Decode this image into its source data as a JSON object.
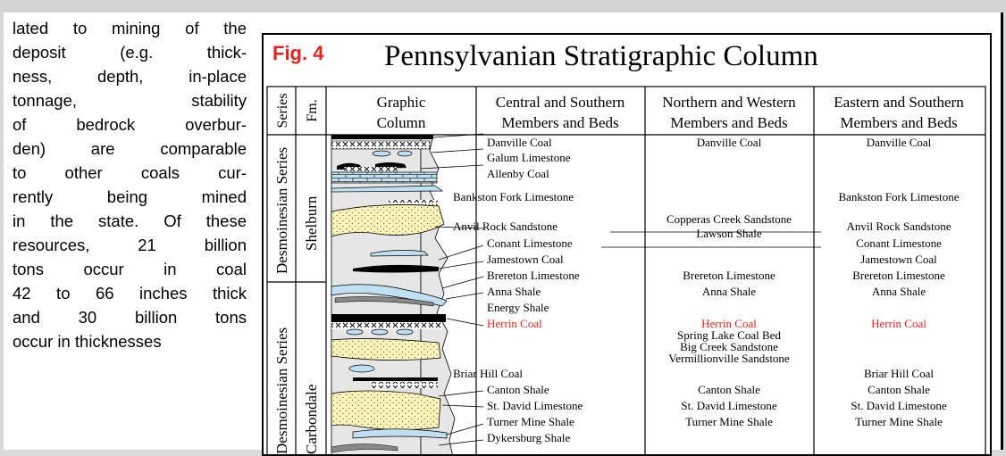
{
  "prose_lines": [
    "lated to mining of the",
    "deposit (e.g. thick-",
    "ness, depth, in-place",
    "tonnage, stability",
    "of bedrock overbur-",
    "den) are comparable",
    "to other coals cur-",
    "rently being mined",
    "in the state. Of these",
    "resources, 21 billion",
    "tons occur in coal",
    "42 to 66 inches thick",
    "and 30 billion tons",
    "occur in thicknesses"
  ],
  "figure": {
    "label": "Fig. 4",
    "title": "Pennsylvanian Stratigraphic Column",
    "headers": {
      "series": "Series",
      "fm": "Fm.",
      "graphic_1": "Graphic",
      "graphic_2": "Column",
      "central_1": "Central and Southern",
      "central_2": "Members and Beds",
      "northern_1": "Northern and Western",
      "northern_2": "Members and Beds",
      "eastern_1": "Eastern and Southern",
      "eastern_2": "Members and Beds"
    },
    "series_labels": [
      "Desmoinesian Series",
      "Desmoinesian Series"
    ],
    "formations": [
      "Shelburn",
      "Carbondale"
    ],
    "central": [
      "Danville Coal",
      "Galum Limestone",
      "Allenby Coal",
      "Bankston Fork Limestone",
      "Anvil Rock Sandstone",
      "Conant Limestone",
      "Jamestown Coal",
      "Brereton Limestone",
      "Anna Shale",
      "Energy Shale",
      "Herrin Coal",
      "Briar Hill Coal",
      "Canton Shale",
      "St. David Limestone",
      "Turner Mine Shale",
      "Dykersburg Shale"
    ],
    "northern": [
      "Danville Coal",
      "Copperas Creek Sandstone",
      "Lawson Shale",
      "Brereton Limestone",
      "Anna Shale",
      "Herrin Coal",
      "Spring Lake Coal Bed",
      "Big Creek Sandstone",
      "Vermillionville Sandstone",
      "Canton Shale",
      "St. David Limestone",
      "Turner Mine Shale"
    ],
    "eastern": [
      "Danville Coal",
      "Bankston Fork Limestone",
      "Anvil Rock Sandstone",
      "Conant Limestone",
      "Jamestown Coal",
      "Brereton Limestone",
      "Anna Shale",
      "Herrin Coal",
      "Briar Hill Coal",
      "Canton Shale",
      "St. David Limestone",
      "Turner Mine Shale"
    ],
    "colors": {
      "highlight": "#e8231b",
      "sandstone": "#fdf5b8",
      "limestone": "#bfe0f2",
      "shale": "#e6e6e6",
      "coal": "#000000"
    }
  }
}
